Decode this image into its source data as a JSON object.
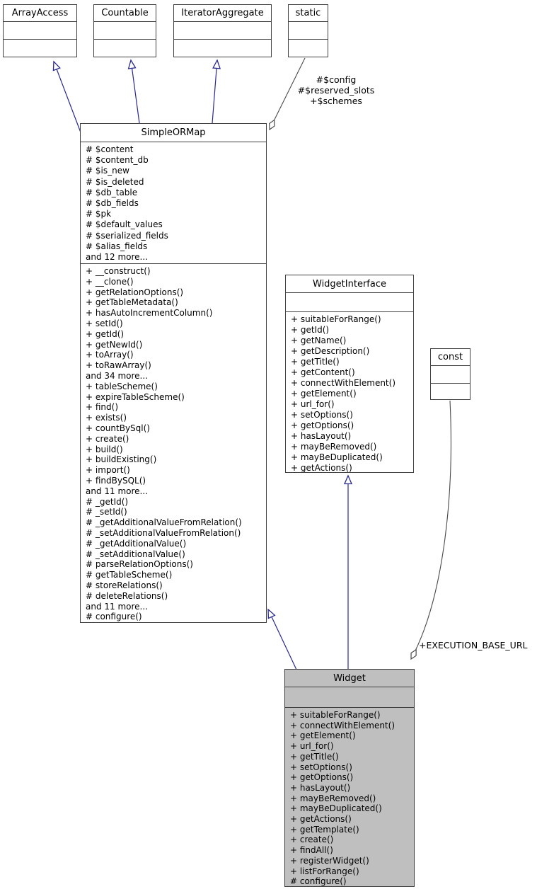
{
  "diagram": {
    "type": "uml-class-diagram",
    "colors": {
      "inheritance_edge": "#28288f",
      "usage_edge": "#4a4a4a",
      "box_border": "#3f3f3f",
      "highlight_fill": "#bfbfbf",
      "background": "#ffffff"
    },
    "classes": {
      "arrayaccess": {
        "title": "ArrayAccess"
      },
      "countable": {
        "title": "Countable"
      },
      "iteratoraggregate": {
        "title": "IteratorAggregate"
      },
      "static": {
        "title": "static"
      },
      "const": {
        "title": "const"
      },
      "simpleormap": {
        "title": "SimpleORMap",
        "attributes": [
          "# $content",
          "# $content_db",
          "# $is_new",
          "# $is_deleted",
          "# $db_table",
          "# $db_fields",
          "# $pk",
          "# $default_values",
          "# $serialized_fields",
          "# $alias_fields",
          "and 12 more..."
        ],
        "methods": [
          "+ __construct()",
          "+ __clone()",
          "+ getRelationOptions()",
          "+ getTableMetadata()",
          "+ hasAutoIncrementColumn()",
          "+ setId()",
          "+ getId()",
          "+ getNewId()",
          "+ toArray()",
          "+ toRawArray()",
          "and 34 more...",
          "+ tableScheme()",
          "+ expireTableScheme()",
          "+ find()",
          "+ exists()",
          "+ countBySql()",
          "+ create()",
          "+ build()",
          "+ buildExisting()",
          "+ import()",
          "+ findBySQL()",
          "and 11 more...",
          "# _getId()",
          "# _setId()",
          "# _getAdditionalValueFromRelation()",
          "# _setAdditionalValueFromRelation()",
          "# _getAdditionalValue()",
          "# _setAdditionalValue()",
          "# parseRelationOptions()",
          "# getTableScheme()",
          "# storeRelations()",
          "# deleteRelations()",
          "and 11 more...",
          "# configure()"
        ]
      },
      "widgetinterface": {
        "title": "WidgetInterface",
        "methods": [
          "+ suitableForRange()",
          "+ getId()",
          "+ getName()",
          "+ getDescription()",
          "+ getTitle()",
          "+ getContent()",
          "+ connectWithElement()",
          "+ getElement()",
          "+ url_for()",
          "+ setOptions()",
          "+ getOptions()",
          "+ hasLayout()",
          "+ mayBeRemoved()",
          "+ mayBeDuplicated()",
          "+ getActions()"
        ]
      },
      "widget": {
        "title": "Widget",
        "methods": [
          "+ suitableForRange()",
          "+ connectWithElement()",
          "+ getElement()",
          "+ url_for()",
          "+ getTitle()",
          "+ setOptions()",
          "+ getOptions()",
          "+ hasLayout()",
          "+ mayBeRemoved()",
          "+ mayBeDuplicated()",
          "+ getActions()",
          "+ getTemplate()",
          "+ create()",
          "+ findAll()",
          "+ registerWidget()",
          "+ listForRange()",
          "# configure()"
        ]
      }
    },
    "edge_labels": {
      "static_to_simpleormap": [
        "#$config",
        "#$reserved_slots",
        "+$schemes"
      ],
      "const_to_widget": "+EXECUTION_BASE_URL"
    }
  }
}
